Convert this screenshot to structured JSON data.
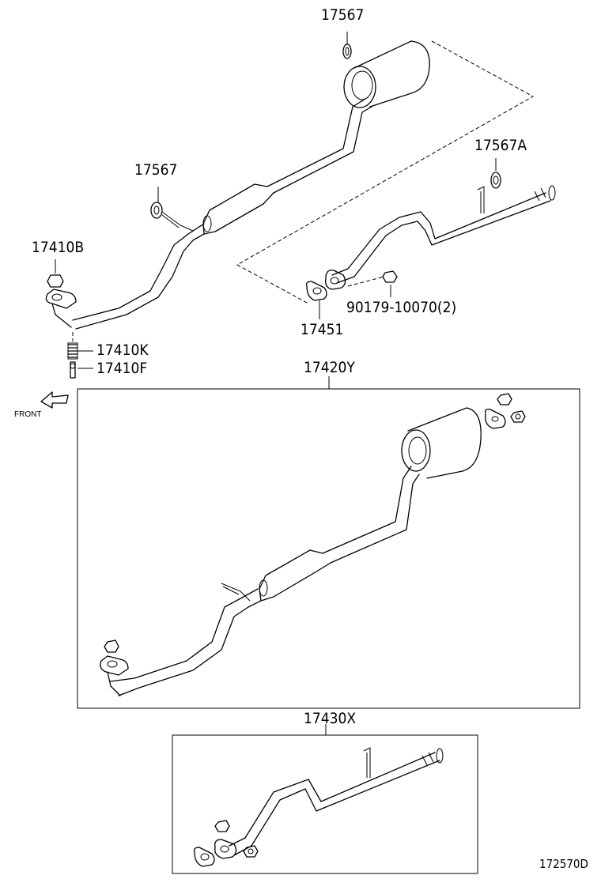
{
  "callouts": {
    "top_insulator": "17567",
    "left_insulator": "17567",
    "right_insulator": "17567A",
    "nut_left": "17410B",
    "spring": "17410K",
    "bolt": "17410F",
    "gasket": "17451",
    "bolt_nut_pair": "90179-10070(2)",
    "assembly_box": "17420Y",
    "tail_box": "17430X"
  },
  "front_label": "FRONT",
  "diagram_id": "172570D"
}
